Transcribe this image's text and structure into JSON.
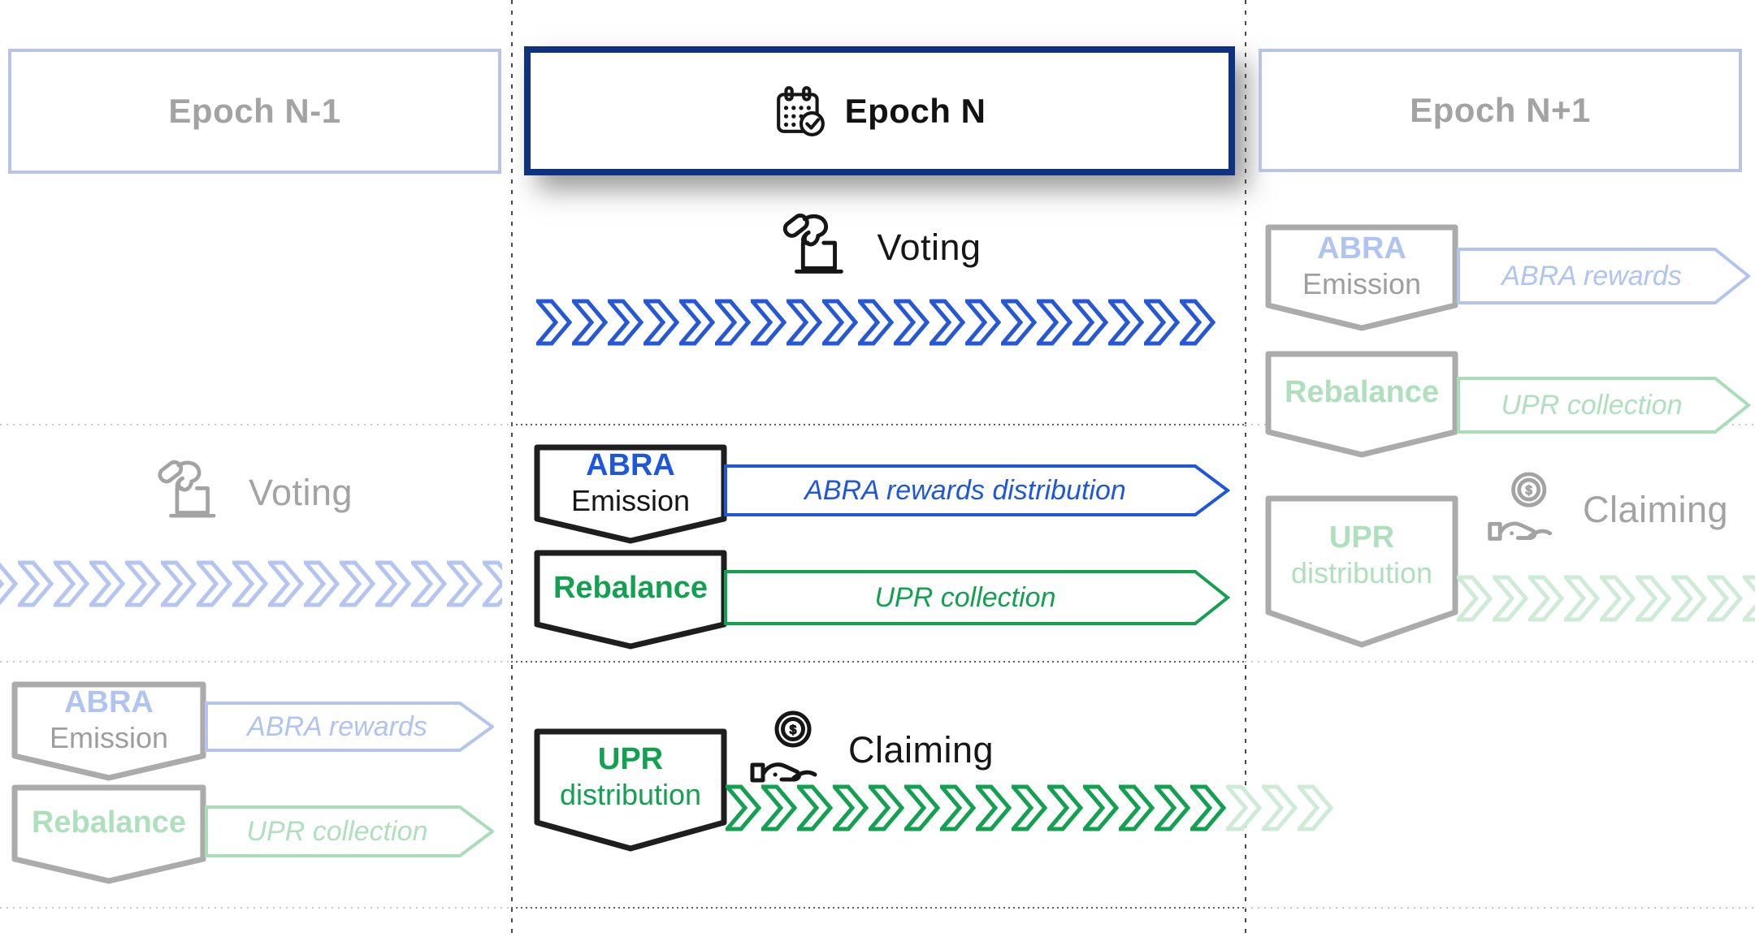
{
  "headers": {
    "prev": "Epoch N-1",
    "current": "Epoch N",
    "next": "Epoch N+1"
  },
  "labels": {
    "voting": "Voting",
    "claiming": "Claiming",
    "abra_line1": "ABRA",
    "abra_line2": "Emission",
    "rebalance": "Rebalance",
    "upr_line1": "UPR",
    "upr_line2": "distribution",
    "abra_arrow_full": "ABRA rewards distribution",
    "abra_arrow_short": "ABRA rewards",
    "upr_arrow": "UPR collection"
  },
  "icons": {
    "epoch_current": "calendar-check-icon",
    "voting": "ballot-hand-icon",
    "claiming": "coin-hand-icon"
  },
  "palette": {
    "navy_border": "#0E3180",
    "accent_blue": "#1F57DC",
    "accent_green": "#12A150",
    "faded_blue_text": "#AFC4F0",
    "faded_blue_border": "#B3C5EE",
    "faded_green_text": "#AEE0BE",
    "faded_green_border": "#A8DDB8",
    "faded_chevron_green": "#CDEBD6",
    "faded_chevron_blue": "#B4C6EF",
    "gray_text": "#A3A3A3",
    "gray_border": "#ABABAB",
    "header_muted_border": "#B7C4E6"
  },
  "chevron_rows": {
    "voting_prev": {
      "count": 15,
      "color": "#B4C6EF"
    },
    "voting_current": {
      "count": 19,
      "color": "#2557D6"
    },
    "claiming_current": {
      "count": 14,
      "color": "#12A150",
      "fade_count": 3,
      "fade_color": "#CDEBD6"
    },
    "claiming_next": {
      "count": 9,
      "color": "#CDEBD6"
    }
  }
}
